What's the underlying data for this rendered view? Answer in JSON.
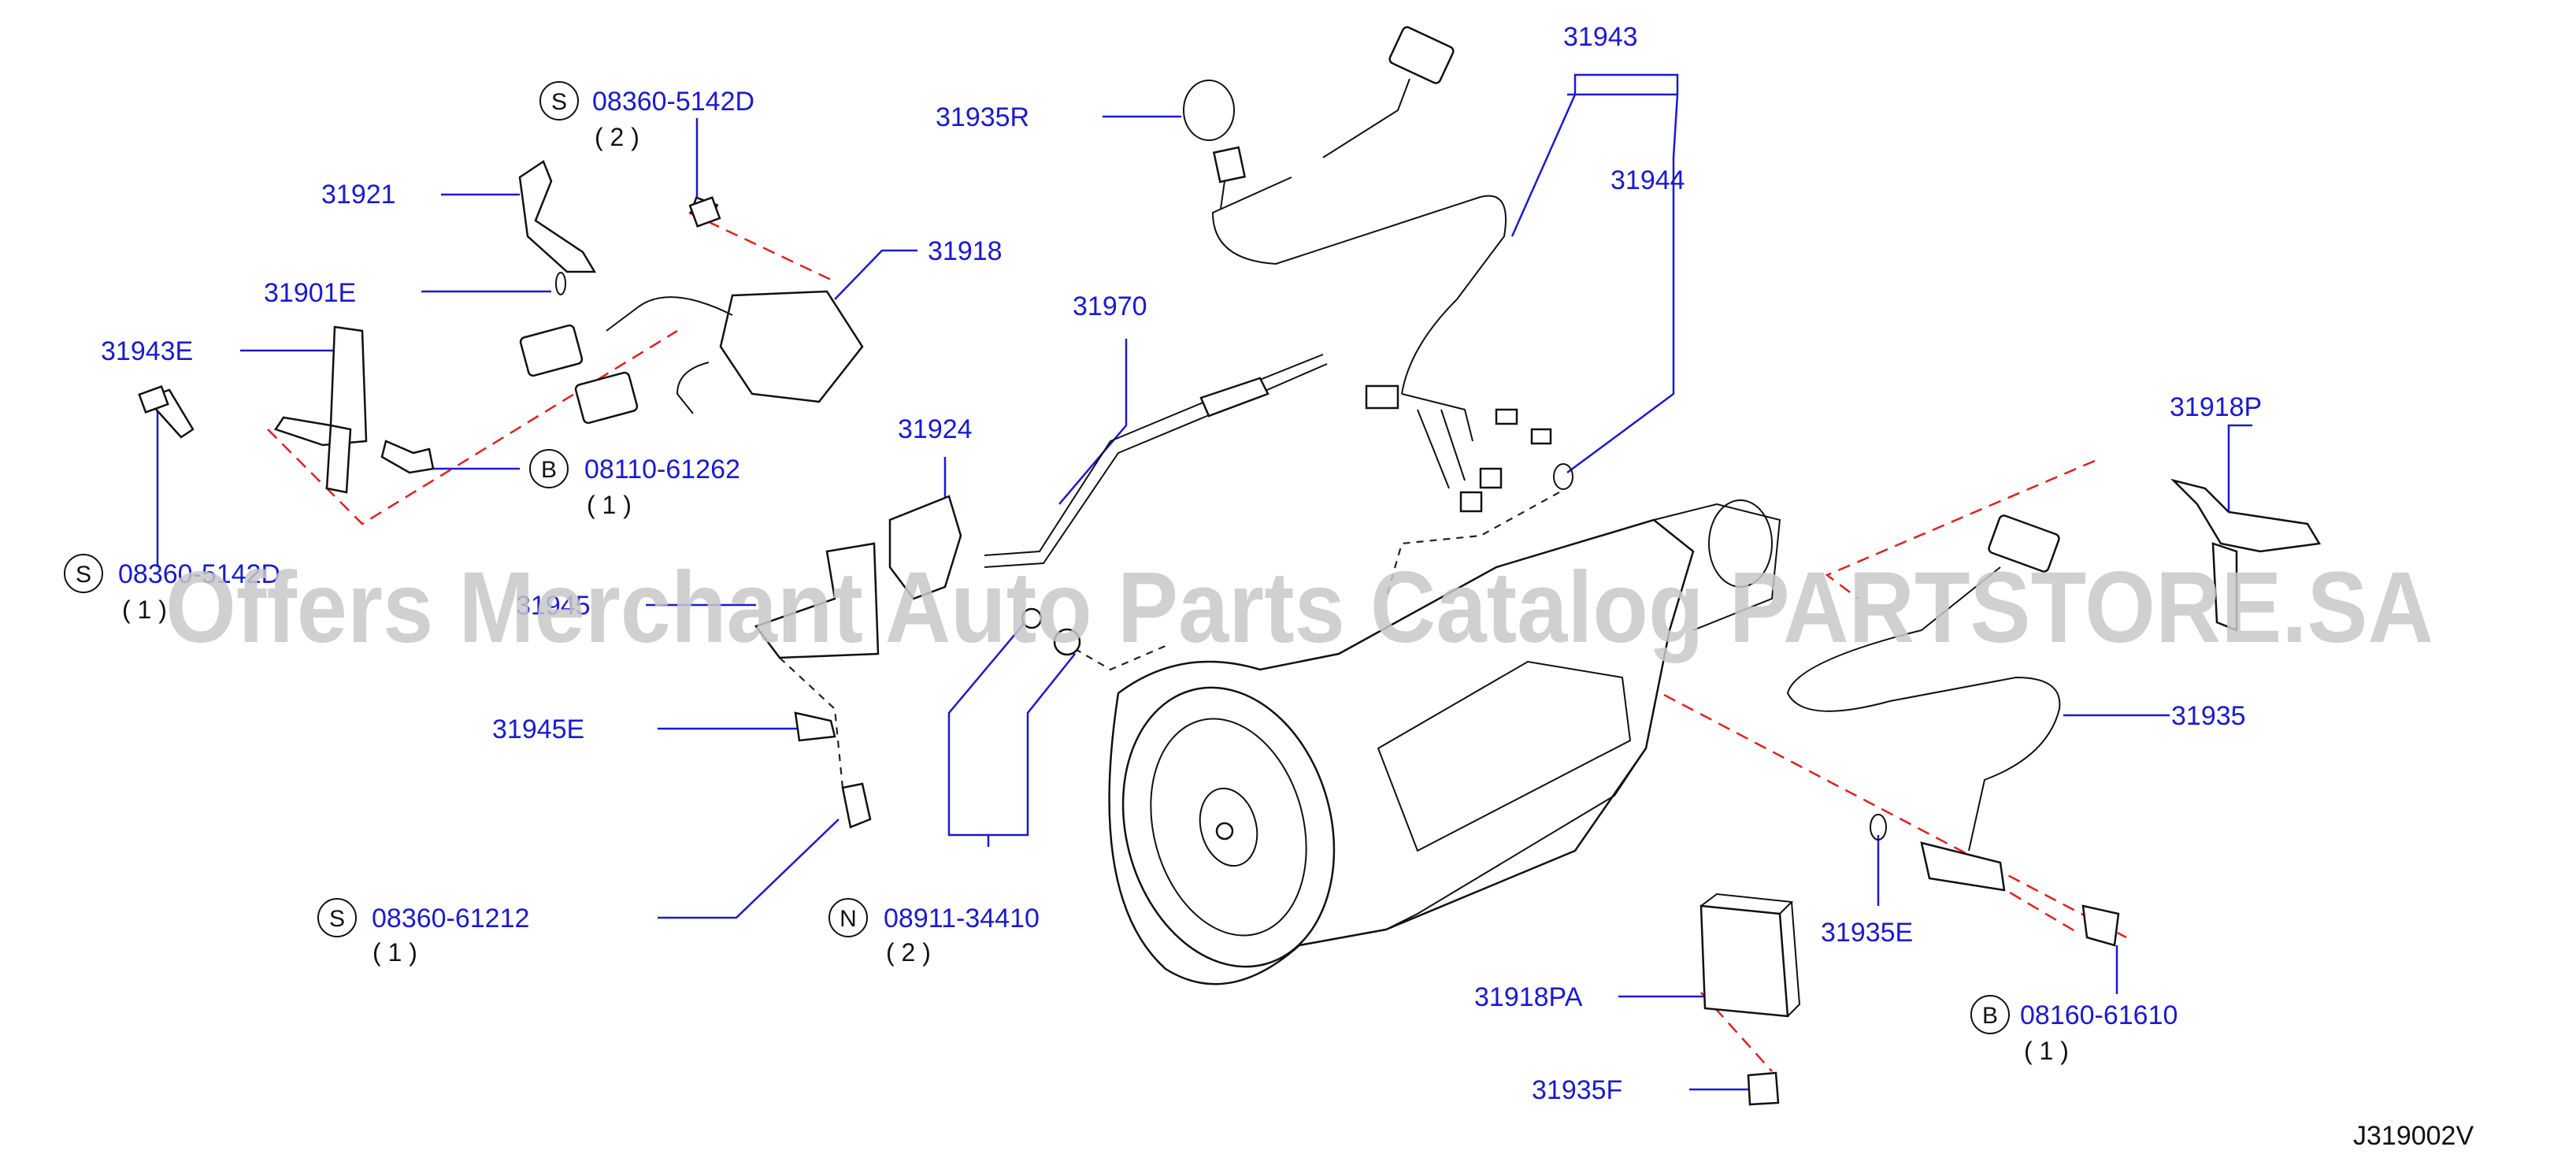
{
  "diagram": {
    "drawing_id": "J319002V",
    "watermark": "Offers Merchant Auto Parts Catalog PARTSTORE.SA",
    "labels": [
      {
        "id": "31943",
        "text": "31943"
      },
      {
        "id": "31935R",
        "text": "31935R"
      },
      {
        "id": "31944",
        "text": "31944"
      },
      {
        "id": "31921",
        "text": "31921"
      },
      {
        "id": "31918",
        "text": "31918"
      },
      {
        "id": "31901E",
        "text": "31901E"
      },
      {
        "id": "31943E",
        "text": "31943E"
      },
      {
        "id": "31970",
        "text": "31970"
      },
      {
        "id": "31924",
        "text": "31924"
      },
      {
        "id": "31918P",
        "text": "31918P"
      },
      {
        "id": "31945",
        "text": "31945"
      },
      {
        "id": "31945E",
        "text": "31945E"
      },
      {
        "id": "31935",
        "text": "31935"
      },
      {
        "id": "31935E",
        "text": "31935E"
      },
      {
        "id": "31918PA",
        "text": "31918PA"
      },
      {
        "id": "31935F",
        "text": "31935F"
      }
    ],
    "fasteners": [
      {
        "id": "s1",
        "badge": "S",
        "part": "08360-5142D",
        "qty": "( 2 )"
      },
      {
        "id": "s2",
        "badge": "S",
        "part": "08360-5142D",
        "qty": "( 1 )"
      },
      {
        "id": "b1",
        "badge": "B",
        "part": "08110-61262",
        "qty": "( 1 )"
      },
      {
        "id": "s3",
        "badge": "S",
        "part": "08360-61212",
        "qty": "( 1 )"
      },
      {
        "id": "n1",
        "badge": "N",
        "part": "08911-34410",
        "qty": "( 2 )"
      },
      {
        "id": "b2",
        "badge": "B",
        "part": "08160-61610",
        "qty": "( 1 )"
      }
    ]
  }
}
